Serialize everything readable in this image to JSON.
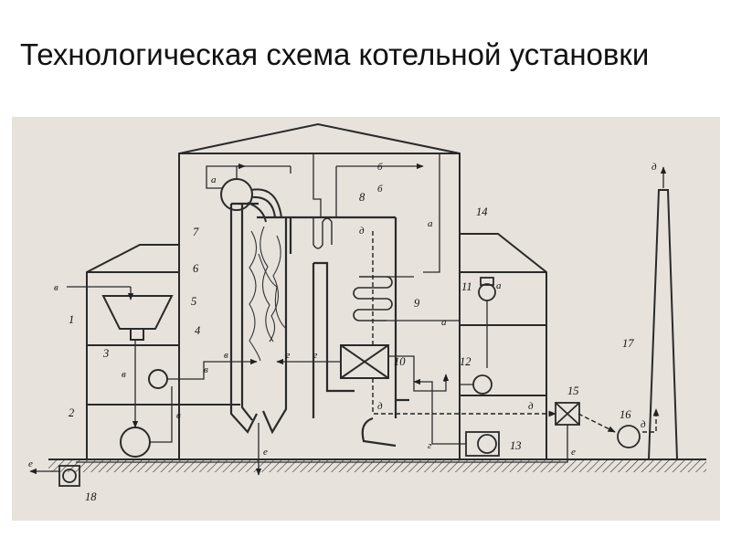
{
  "slide": {
    "title": "Технологическая схема котельной установки"
  },
  "diagram": {
    "numbers": [
      "1",
      "2",
      "3",
      "4",
      "5",
      "6",
      "7",
      "8",
      "9",
      "10",
      "11",
      "12",
      "13",
      "14",
      "15",
      "16",
      "17",
      "18"
    ],
    "letters": {
      "a": "а",
      "b": "б",
      "v": "в",
      "g": "г",
      "d": "д",
      "e": "е"
    }
  }
}
